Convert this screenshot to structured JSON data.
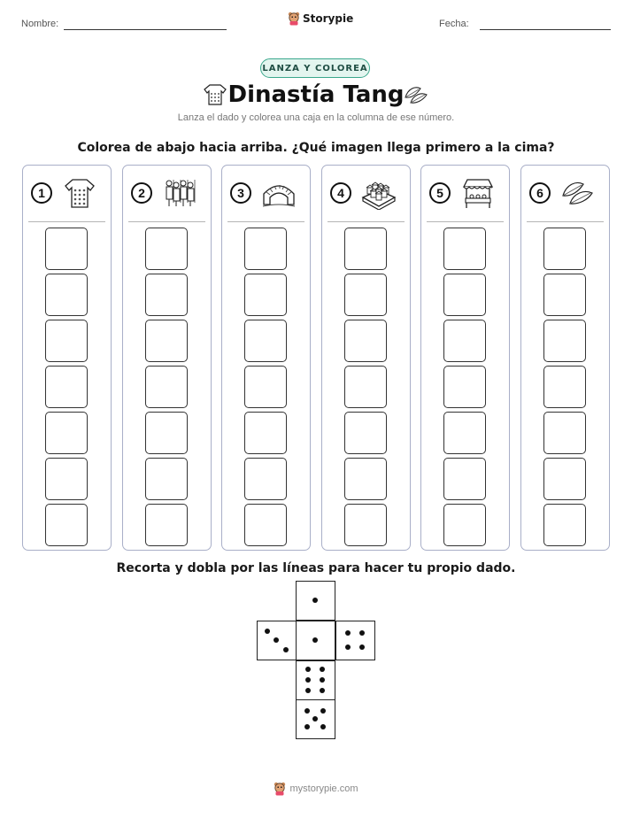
{
  "header": {
    "name_label": "Nombre:",
    "brand": "Storypie",
    "date_label": "Fecha:"
  },
  "badge": "LANZA Y COLOREA",
  "title": "Dinastía Tang",
  "subtitle": "Lanza el dado y colorea una caja en la columna de ese número.",
  "instruction": "Colorea de abajo hacia arriba. ¿Qué imagen llega primero a la cima?",
  "columns": [
    {
      "number": "1",
      "icon": "armor-icon"
    },
    {
      "number": "2",
      "icon": "soldiers-icon"
    },
    {
      "number": "3",
      "icon": "bridge-icon"
    },
    {
      "number": "4",
      "icon": "city-icon"
    },
    {
      "number": "5",
      "icon": "market-stall-icon"
    },
    {
      "number": "6",
      "icon": "tea-leaves-icon"
    }
  ],
  "boxes_per_column": 7,
  "dice_instruction": "Recorta y dobla por las líneas para hacer tu propio dado.",
  "dice_faces": [
    1,
    3,
    1,
    4,
    6,
    5
  ],
  "footer": "mystorypie.com"
}
